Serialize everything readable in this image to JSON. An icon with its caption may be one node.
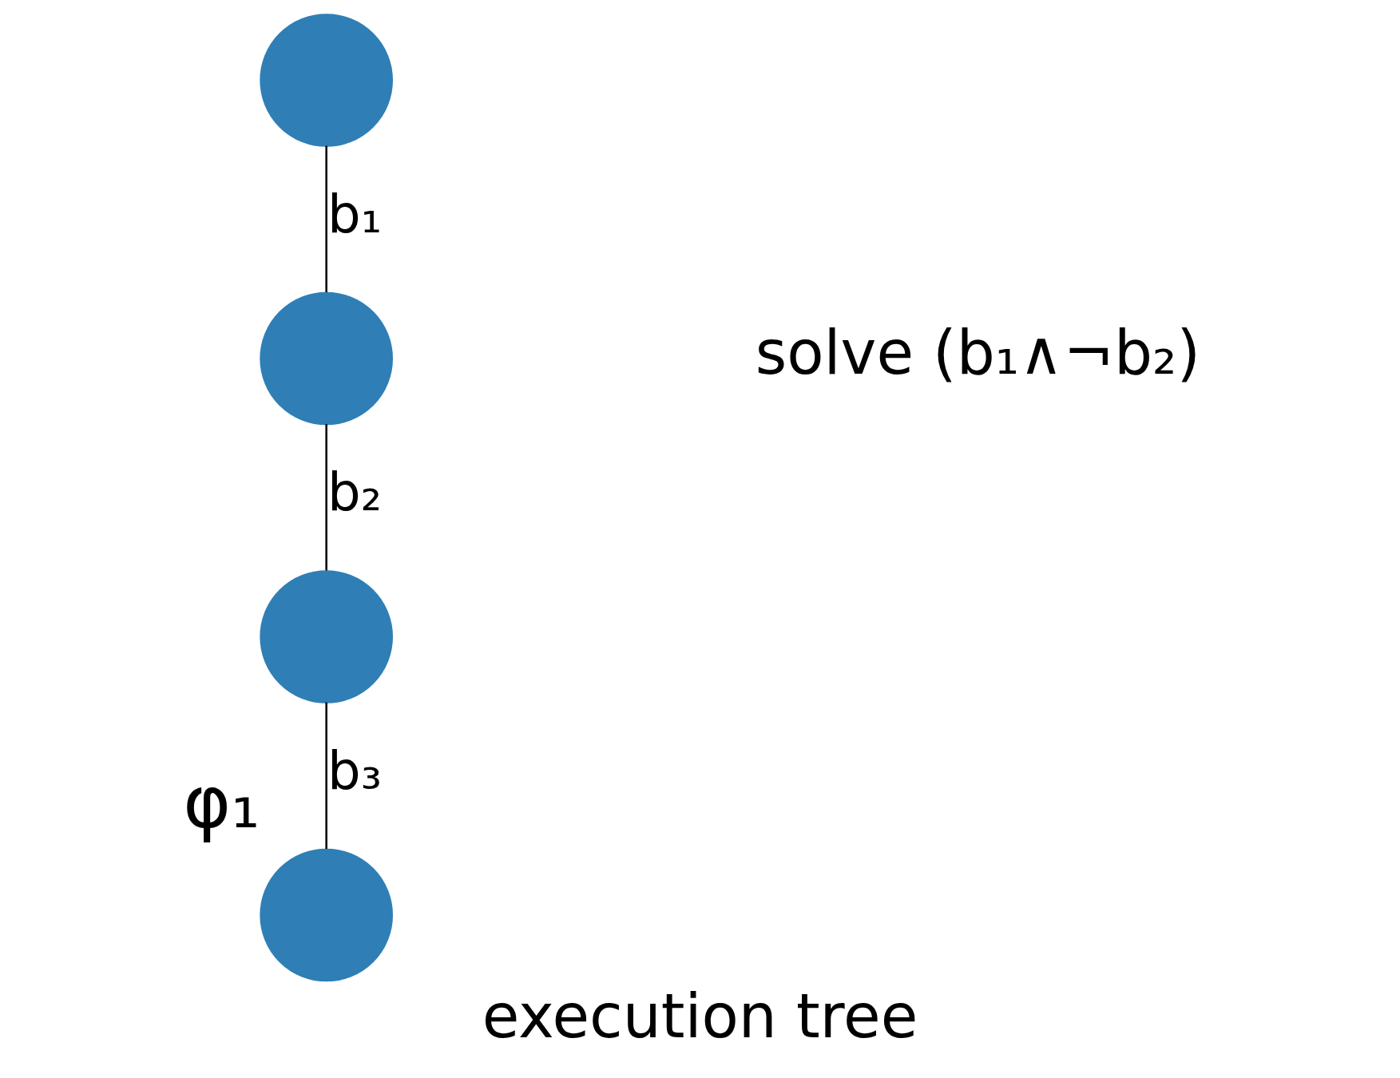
{
  "diagram": {
    "caption": "execution tree",
    "nodes": [
      {
        "text": [],
        "shape": "circle"
      },
      {
        "text": [],
        "shape": "circle"
      },
      {
        "text": [],
        "shape": "circle"
      },
      {
        "text": [],
        "shape": "circle",
        "beside": [
          "φ₁"
        ]
      }
    ],
    "edges": [
      {
        "from": 0,
        "to": 1,
        "arrow": "none",
        "label": "b₁"
      },
      {
        "from": 1,
        "to": 2,
        "arrow": "none",
        "label": "b₂"
      },
      {
        "from": 2,
        "to": 3,
        "arrow": "none",
        "label": "b₃"
      }
    ],
    "labels": [
      "solve (b₁∧¬b₂)"
    ]
  }
}
